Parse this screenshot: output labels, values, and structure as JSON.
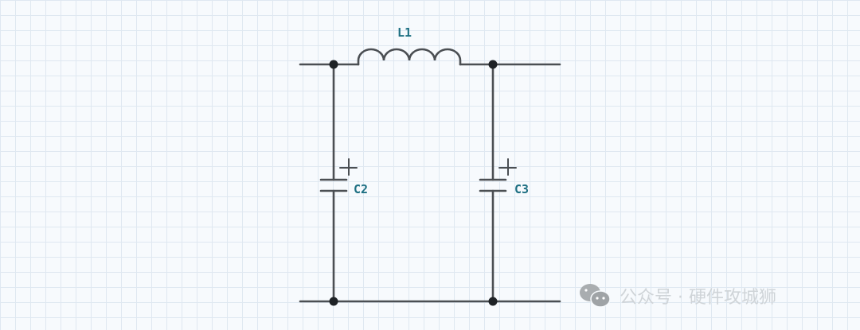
{
  "diagram": {
    "inductor_label": "L1",
    "cap_left_label": "C2",
    "cap_right_label": "C3",
    "polarity_symbol": "+",
    "wire_color": "#4b4f53",
    "label_color": "#1d6f82"
  },
  "watermark": {
    "icon": "wechat-icon",
    "text": "公众号 · 硬件攻城狮"
  }
}
